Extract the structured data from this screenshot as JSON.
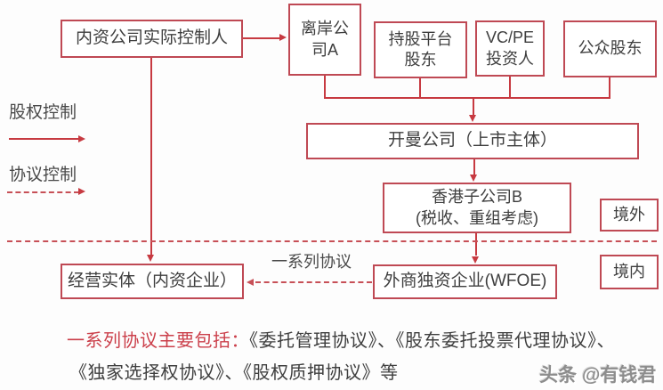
{
  "colors": {
    "box_border": "#bf4954",
    "connector": "#c73a41",
    "dashed": "#c75057",
    "box_text": "#3e3e3e",
    "legend_text": "#4a4a4a",
    "red_text": "#cb3f4a",
    "watermark": "#8d8d8d"
  },
  "legend": {
    "equity_control": "股权控制",
    "agreement_control": "协议控制"
  },
  "nodes": {
    "controller": "内资公司实际控制人",
    "offshore_a": "离岸公\n司A",
    "holding_platform": "持股平台\n股东",
    "vc_pe": "VC/PE\n投资人",
    "public_shareholders": "公众股东",
    "cayman": "开曼公司（上市主体）",
    "hk_subsidiary": "香港子公司B\n(税收、重组考虑)",
    "offshore_zone": "境外",
    "onshore_zone": "境内",
    "operating_entity": "经营实体（内资企业）",
    "wfoe": "外商独资企业(WFOE)"
  },
  "labels": {
    "agreements_arrow": "一系列协议"
  },
  "footer": {
    "lead_red": "一系列协议主要包括：",
    "line1_rest": "《委托管理协议》、《股东委托投票代理协议》、",
    "line2": "《独家选择权协议》、《股权质押协议》等"
  },
  "watermark": "头条 @有钱君"
}
